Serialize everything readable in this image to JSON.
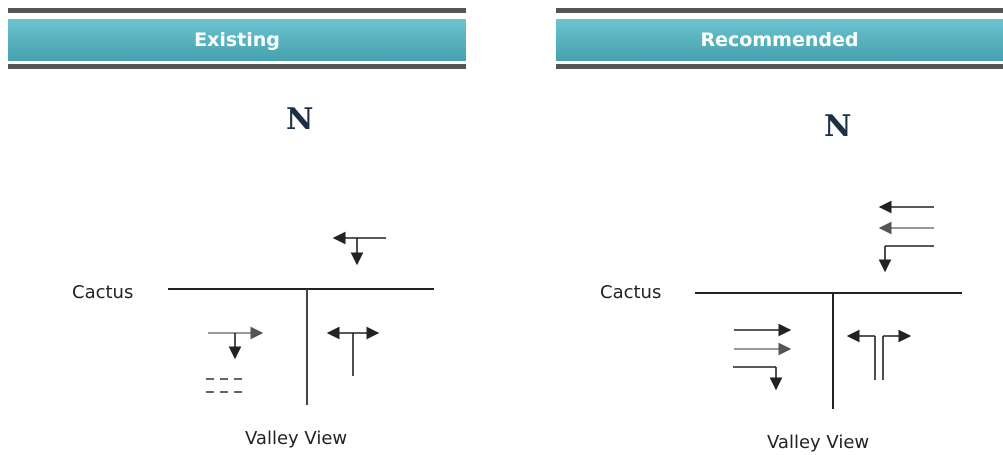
{
  "panels": [
    {
      "header": "Existing",
      "north": "N",
      "street_ew": "Cactus",
      "street_ns": "Valley View"
    },
    {
      "header": "Recommended",
      "north": "N",
      "street_ew": "Cactus",
      "street_ns": "Valley View"
    }
  ]
}
